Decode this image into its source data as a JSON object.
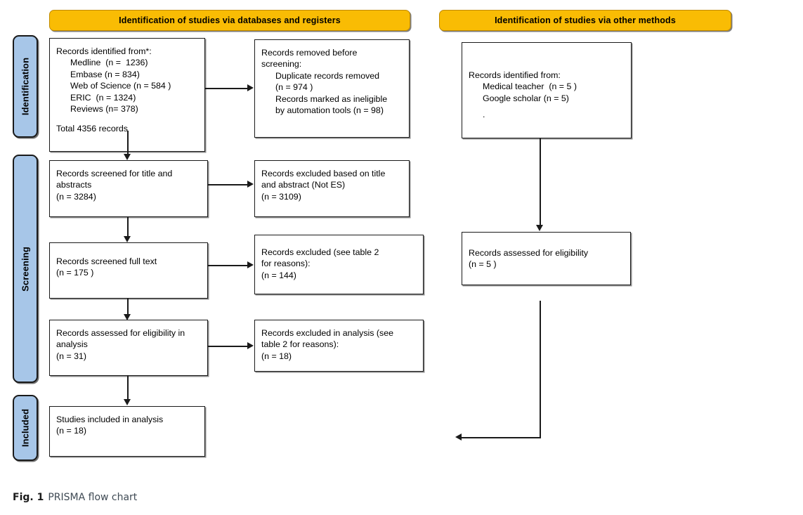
{
  "figure": {
    "caption_number": "Fig. 1",
    "caption_text": "PRISMA flow chart"
  },
  "colors": {
    "banner_fill": "#f9bc04",
    "phase_bar_fill": "#a7c6e8",
    "box_fill": "#ffffff",
    "line": "#1a1a1a",
    "caption_text": "#3f4a54"
  },
  "phases": [
    {
      "label": "Identification"
    },
    {
      "label": "Screening"
    },
    {
      "label": "Included"
    }
  ],
  "banners": [
    {
      "label": "Identification of studies via databases and registers"
    },
    {
      "label": "Identification of studies via other methods"
    }
  ],
  "boxes": {
    "records_identified": {
      "lines": [
        {
          "text": "Records identified from*:",
          "style": "plain"
        },
        {
          "text": "Medline  (n =  1236)",
          "style": "indent"
        },
        {
          "text": "Embase (n = 834)",
          "style": "indent"
        },
        {
          "text": "Web of Science (n = 584 )",
          "style": "indent"
        },
        {
          "text": "ERIC  (n = 1324)",
          "style": "indent"
        },
        {
          "text": "Reviews (n= 378)",
          "style": "indent"
        },
        {
          "text": "",
          "style": "spacer"
        },
        {
          "text": "Total 4356 records",
          "style": "plain"
        }
      ]
    },
    "records_removed": {
      "lines": [
        {
          "text": "Records removed ",
          "style": "plain-before-italic",
          "italic_tail": "before"
        },
        {
          "text": "screening",
          "style": "italic-head",
          "plain_tail": ":"
        },
        {
          "text": "Duplicate records removed",
          "style": "indent"
        },
        {
          "text": "(n = 974 )",
          "style": "indent"
        },
        {
          "text": "Records marked as ineligible",
          "style": "indent"
        },
        {
          "text": "by automation tools (n = 98)",
          "style": "indent"
        }
      ]
    },
    "records_screened_title": {
      "lines": [
        {
          "text": "Records screened for title and",
          "style": "plain"
        },
        {
          "text": "abstracts",
          "style": "plain"
        },
        {
          "text": "(n = 3284)",
          "style": "plain"
        }
      ]
    },
    "records_excluded_title": {
      "lines": [
        {
          "text": "Records excluded based on title",
          "style": "plain"
        },
        {
          "text": "and abstract (Not ES)",
          "style": "plain"
        },
        {
          "text": "(n = 3109)",
          "style": "plain"
        }
      ]
    },
    "records_fulltext": {
      "lines": [
        {
          "text": "Records screened full text",
          "style": "plain"
        },
        {
          "text": "(n = 175 )",
          "style": "plain"
        }
      ]
    },
    "records_excluded_fulltext": {
      "lines": [
        {
          "text": "Records excluded (see table 2",
          "style": "plain"
        },
        {
          "text": "for reasons):",
          "style": "plain"
        },
        {
          "text": "(n = 144)",
          "style": "plain"
        }
      ]
    },
    "records_assessed_analysis": {
      "lines": [
        {
          "text": "Records assessed for eligibility in",
          "style": "plain"
        },
        {
          "text": "analysis",
          "style": "plain"
        },
        {
          "text": "(n = 31)",
          "style": "plain"
        }
      ]
    },
    "records_excluded_analysis": {
      "lines": [
        {
          "text": "Records excluded in analysis (see",
          "style": "plain"
        },
        {
          "text": "table 2 for reasons):",
          "style": "plain"
        },
        {
          "text": "(n = 18)",
          "style": "plain"
        }
      ]
    },
    "studies_included": {
      "lines": [
        {
          "text": "Studies included in analysis",
          "style": "plain"
        },
        {
          "text": "(n = 18)",
          "style": "plain"
        }
      ]
    },
    "other_identified": {
      "lines": [
        {
          "text": "Records identified from:",
          "style": "plain"
        },
        {
          "text": "Medical teacher  (n = 5 )",
          "style": "indent"
        },
        {
          "text": "Google scholar (n = 5)",
          "style": "indent"
        },
        {
          "text": "",
          "style": "spacer-small"
        },
        {
          "text": ".",
          "style": "indent"
        }
      ]
    },
    "other_assessed": {
      "lines": [
        {
          "text": "Records assessed for eligibility",
          "style": "plain"
        },
        {
          "text": "(n = 5 )",
          "style": "plain"
        }
      ]
    }
  }
}
